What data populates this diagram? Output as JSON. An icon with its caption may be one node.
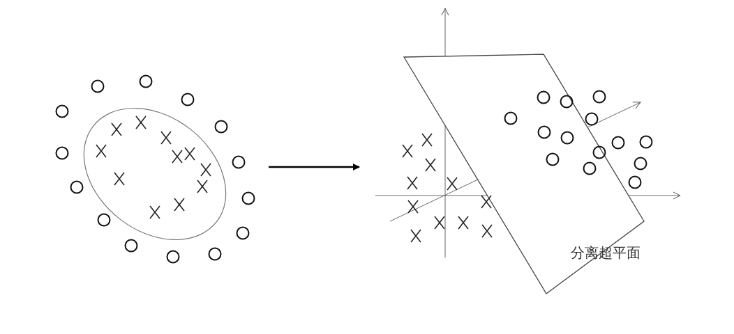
{
  "diagram": {
    "nodes": [
      {
        "text": [],
        "shape": "drawing"
      },
      {
        "text": [],
        "shape": "drawing"
      }
    ],
    "edges": [
      {
        "from": 0,
        "to": 1,
        "arrow": "to"
      }
    ],
    "labels": [
      "分离超平面"
    ]
  }
}
